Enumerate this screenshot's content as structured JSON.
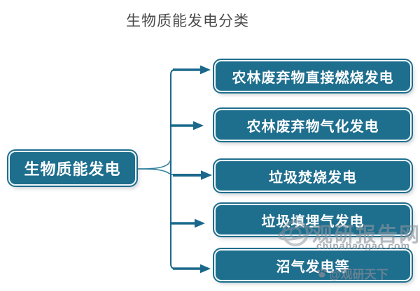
{
  "title": "生物质能发电分类",
  "diagram": {
    "root": {
      "label": "生物质能发电"
    },
    "branches": [
      {
        "label": "农林废弃物直接燃烧发电"
      },
      {
        "label": "农林废弃物气化发电"
      },
      {
        "label": "垃圾焚烧发电"
      },
      {
        "label": "垃圾填埋气发电"
      },
      {
        "label": "沼气发电等"
      }
    ]
  },
  "watermark": {
    "site_name": "观研报告网",
    "site_domain": "chinabaogao.com",
    "credit": "@观研天下",
    "globe_icon": "globe-icon",
    "paw_icon": "paw-icon"
  },
  "colors": {
    "node_fill": "#1e6e8e",
    "node_inner_border": "#f0f6f9",
    "connector": "#19688c",
    "title_text": "#4a4a4a",
    "watermark_text": "#8a949e",
    "background": "#ffffff"
  }
}
